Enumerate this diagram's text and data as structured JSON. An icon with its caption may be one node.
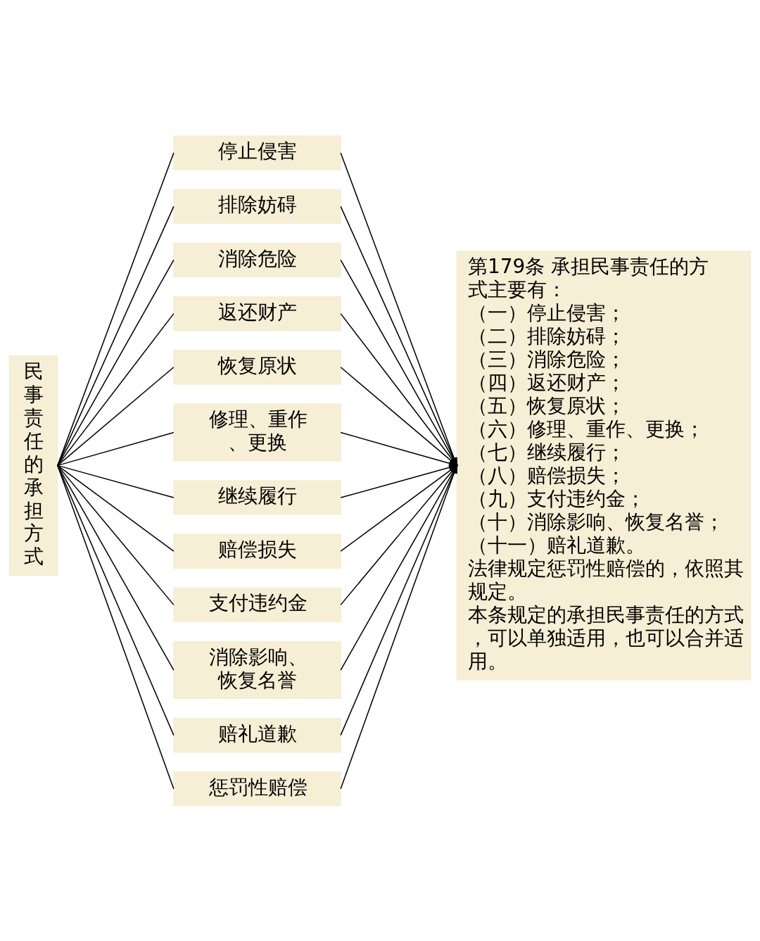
{
  "diagram": {
    "nodes": [
      {
        "text": [
          "民事责任的承担方式"
        ]
      },
      {
        "text": [
          "停止侵害"
        ]
      },
      {
        "text": [
          "排除妨碍"
        ]
      },
      {
        "text": [
          "消除危险"
        ]
      },
      {
        "text": [
          "返还财产"
        ]
      },
      {
        "text": [
          "恢复原状"
        ]
      },
      {
        "text": [
          "修理、重作、更换"
        ]
      },
      {
        "text": [
          "继续履行"
        ]
      },
      {
        "text": [
          "赔偿损失"
        ]
      },
      {
        "text": [
          "支付违约金"
        ]
      },
      {
        "text": [
          "消除影响、恢复名誉"
        ]
      },
      {
        "text": [
          "赔礼道歉"
        ]
      },
      {
        "text": [
          "惩罚性赔偿"
        ]
      },
      {
        "text": [
          "第179条 承担民事责任的方式主要有：",
          "（一）停止侵害；",
          "（二）排除妨碍；",
          "（三）消除危险；",
          "（四）返还财产；",
          "（五）恢复原状；",
          "（六）修理、重作、更换；",
          "（七）继续履行；",
          "（八）赔偿损失；",
          "（九）支付违约金；",
          "（十）消除影响、恢复名誉；",
          "（十一）赔礼道歉。",
          "法律规定惩罚性赔偿的，依照其规定。",
          "本条规定的承担民事责任的方式，可以单独适用，也可以合并适用。"
        ]
      }
    ],
    "edges": [
      {
        "from": 0,
        "to": 1,
        "arrow": "none"
      },
      {
        "from": 0,
        "to": 2,
        "arrow": "none"
      },
      {
        "from": 0,
        "to": 3,
        "arrow": "none"
      },
      {
        "from": 0,
        "to": 4,
        "arrow": "none"
      },
      {
        "from": 0,
        "to": 5,
        "arrow": "none"
      },
      {
        "from": 0,
        "to": 6,
        "arrow": "none"
      },
      {
        "from": 0,
        "to": 7,
        "arrow": "none"
      },
      {
        "from": 0,
        "to": 8,
        "arrow": "none"
      },
      {
        "from": 0,
        "to": 9,
        "arrow": "none"
      },
      {
        "from": 0,
        "to": 10,
        "arrow": "none"
      },
      {
        "from": 0,
        "to": 11,
        "arrow": "none"
      },
      {
        "from": 0,
        "to": 12,
        "arrow": "none"
      },
      {
        "from": 1,
        "to": 13,
        "arrow": "to"
      },
      {
        "from": 2,
        "to": 13,
        "arrow": "to"
      },
      {
        "from": 3,
        "to": 13,
        "arrow": "to"
      },
      {
        "from": 4,
        "to": 13,
        "arrow": "to"
      },
      {
        "from": 5,
        "to": 13,
        "arrow": "to"
      },
      {
        "from": 6,
        "to": 13,
        "arrow": "to"
      },
      {
        "from": 7,
        "to": 13,
        "arrow": "to"
      },
      {
        "from": 8,
        "to": 13,
        "arrow": "to"
      },
      {
        "from": 9,
        "to": 13,
        "arrow": "to"
      },
      {
        "from": 10,
        "to": 13,
        "arrow": "to"
      },
      {
        "from": 11,
        "to": 13,
        "arrow": "to"
      },
      {
        "from": 12,
        "to": 13,
        "arrow": "to"
      }
    ]
  }
}
